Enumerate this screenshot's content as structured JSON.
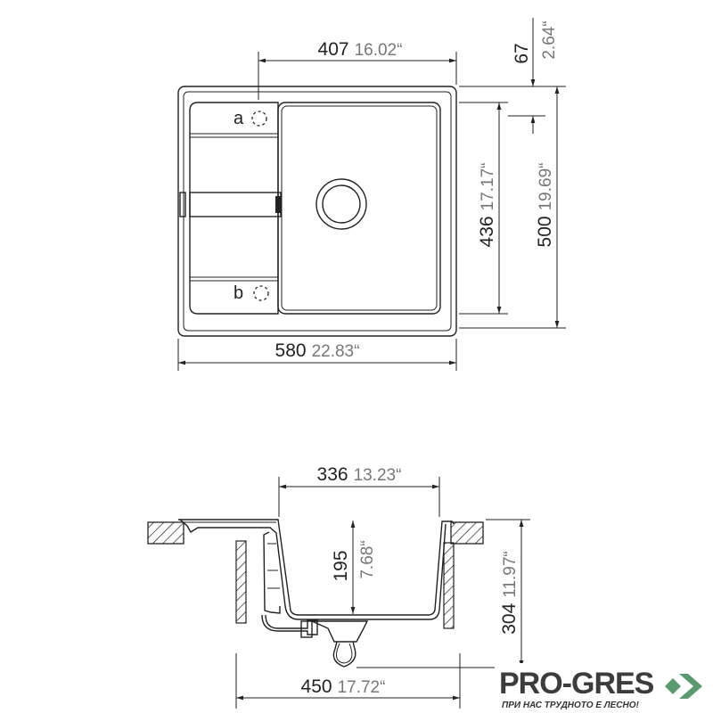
{
  "top_view": {
    "dim_bowl_width": {
      "mm": "407",
      "inch": "16.02“"
    },
    "dim_overall_width": {
      "mm": "580",
      "inch": "22.83“"
    },
    "dim_rim": {
      "mm": "67",
      "inch": "2.64“"
    },
    "dim_bowl_length": {
      "mm": "436",
      "inch": "17.17“"
    },
    "dim_overall_length": {
      "mm": "500",
      "inch": "19.69“"
    },
    "label_a": "a",
    "label_b": "b"
  },
  "section_view": {
    "dim_bowl_width": {
      "mm": "336",
      "inch": "13.23“"
    },
    "dim_depth": {
      "mm": "195",
      "inch": "7.68“"
    },
    "dim_total_depth": {
      "mm": "304",
      "inch": "11.97“"
    },
    "dim_cabinet": {
      "mm": "450",
      "inch": "17.72“"
    }
  },
  "logo": {
    "name": "PRO-GRES",
    "tagline": "ПРИ НАС ТРУДНОТО Е ЛЕСНО!",
    "accent": "#5a9a6e"
  }
}
